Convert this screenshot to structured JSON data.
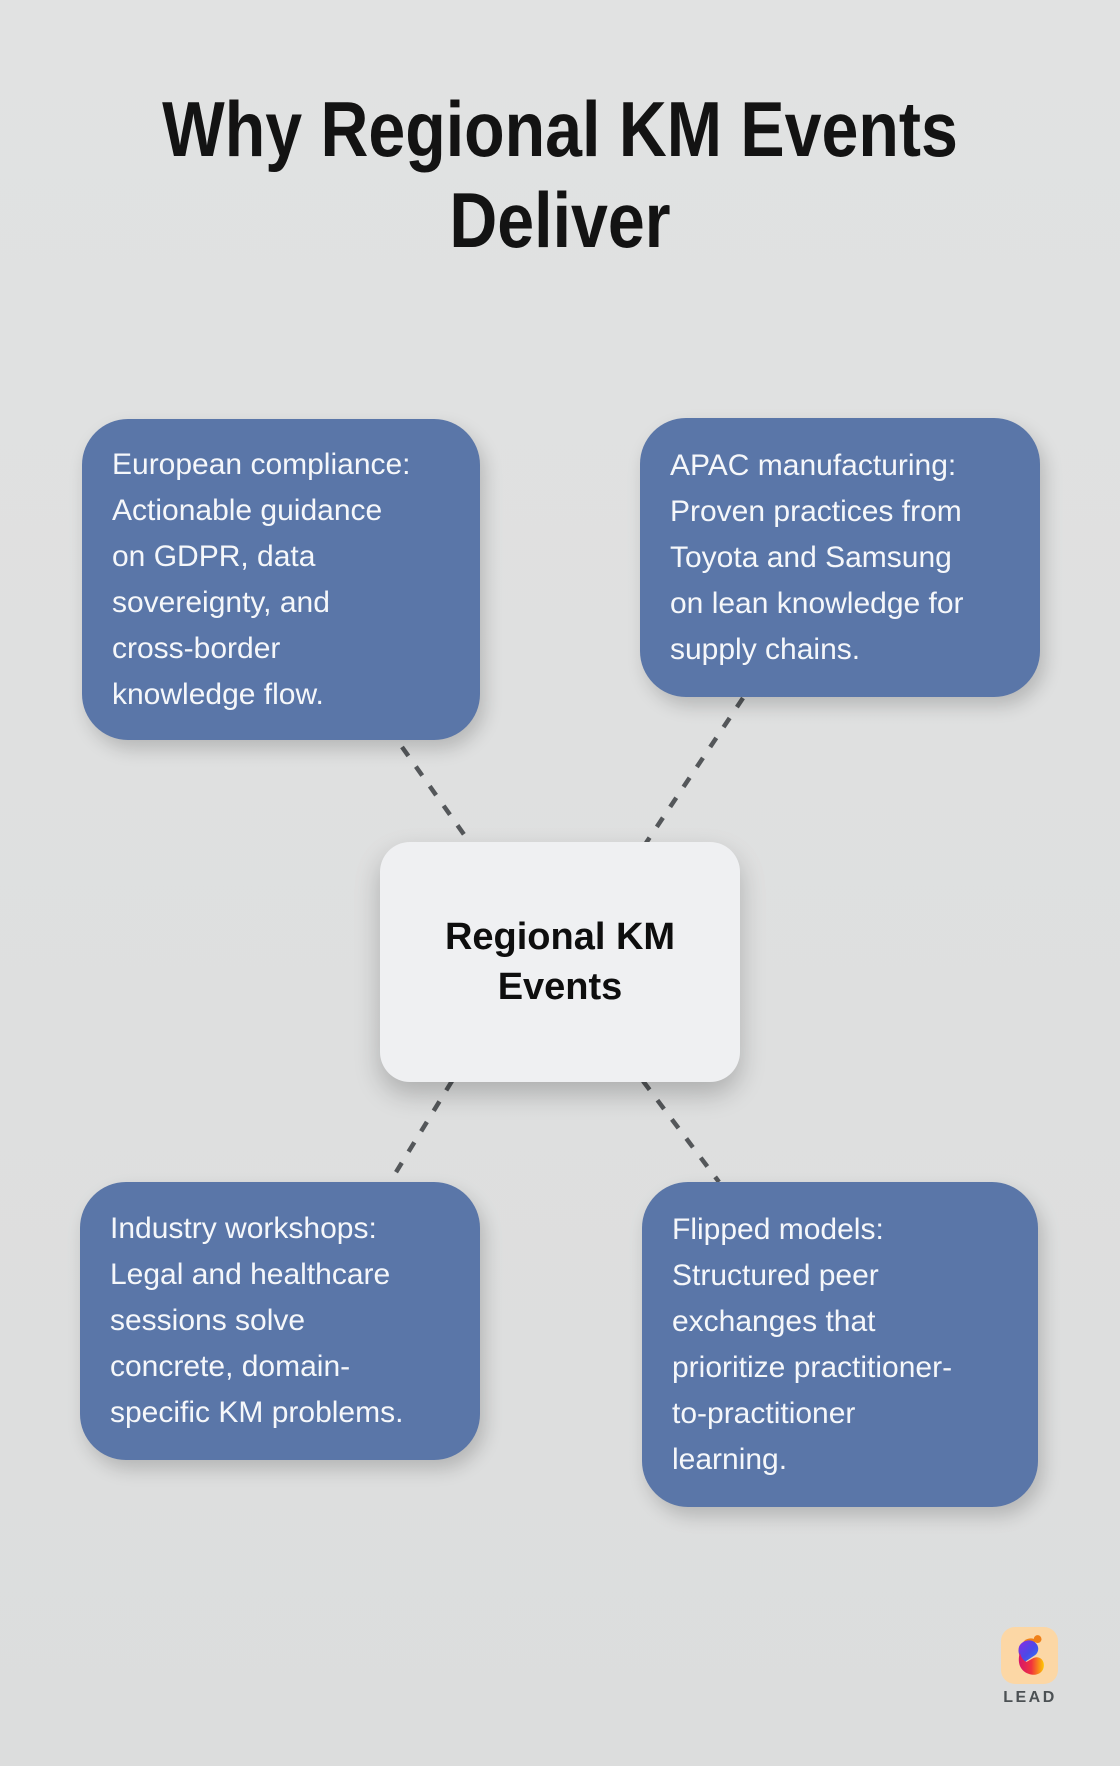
{
  "header": {
    "title_lines": [
      "Why Regional KM Events",
      "Deliver"
    ]
  },
  "diagram": {
    "center": {
      "label_lines": [
        "Regional KM",
        "Events"
      ],
      "text": "Regional KM Events"
    },
    "nodes": [
      {
        "id": "european-compliance",
        "position": "top-left",
        "text": "European compliance: Actionable guidance on GDPR, data sovereignty, and cross-border knowledge flow.",
        "lines": [
          "European compliance:",
          "Actionable guidance",
          "on GDPR, data",
          "sovereignty, and",
          "cross-border",
          "knowledge flow."
        ]
      },
      {
        "id": "apac-manufacturing",
        "position": "top-right",
        "text": "APAC manufacturing: Proven practices from Toyota and Samsung on lean knowledge for supply chains.",
        "lines": [
          "APAC manufacturing:",
          "Proven practices from",
          "Toyota and Samsung",
          "on lean knowledge for",
          "supply chains."
        ]
      },
      {
        "id": "industry-workshops",
        "position": "bottom-left",
        "text": "Industry workshops: Legal and healthcare sessions solve concrete, domain-specific KM problems.",
        "lines": [
          "Industry workshops:",
          "Legal and healthcare",
          "sessions solve",
          "concrete, domain-",
          "specific KM problems."
        ]
      },
      {
        "id": "flipped-models",
        "position": "bottom-right",
        "text": "Flipped models: Structured peer exchanges that prioritize practitioner-to-practitioner learning.",
        "lines": [
          "Flipped models:",
          "Structured peer",
          "exchanges that",
          "prioritize practitioner-",
          "to-practitioner",
          "learning."
        ]
      }
    ],
    "connections": [
      {
        "from": "european-compliance",
        "to": "center",
        "style": "dashed"
      },
      {
        "from": "apac-manufacturing",
        "to": "center",
        "style": "dashed"
      },
      {
        "from": "industry-workshops",
        "to": "center",
        "style": "dashed"
      },
      {
        "from": "flipped-models",
        "to": "center",
        "style": "dashed"
      }
    ]
  },
  "branding": {
    "logo_text": "LEAD"
  },
  "colors": {
    "background": "#dfe0e0",
    "node_fill": "#5a76a8",
    "node_text": "#f5f7fa",
    "center_fill": "#eff0f2",
    "center_text": "#0e0e0e",
    "connector": "#54575a",
    "title": "#131313",
    "logo_bg": "#fcd7a5",
    "logo_text": "#4c5154",
    "logo_dot": "#f08018"
  }
}
